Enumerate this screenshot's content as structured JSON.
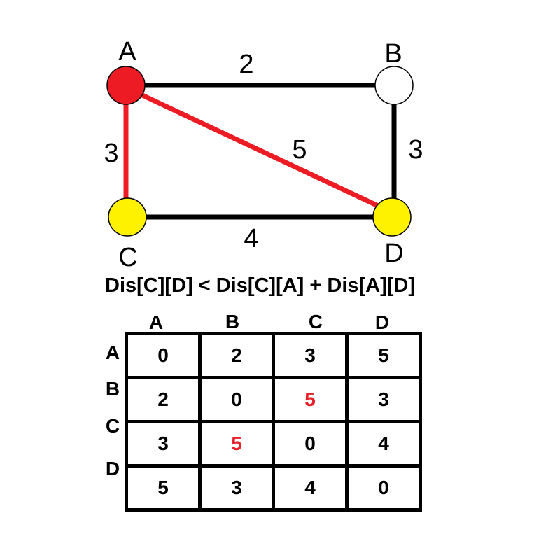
{
  "graph": {
    "nodes": [
      {
        "id": "A",
        "label": "A",
        "color": "#ed1c24"
      },
      {
        "id": "B",
        "label": "B",
        "color": "#ffffff"
      },
      {
        "id": "C",
        "label": "C",
        "color": "#fff200"
      },
      {
        "id": "D",
        "label": "D",
        "color": "#fff200"
      }
    ],
    "edges": [
      {
        "from": "A",
        "to": "B",
        "weight": "2",
        "color": "#000000"
      },
      {
        "from": "B",
        "to": "D",
        "weight": "3",
        "color": "#000000"
      },
      {
        "from": "C",
        "to": "D",
        "weight": "4",
        "color": "#000000"
      },
      {
        "from": "A",
        "to": "C",
        "weight": "3",
        "color": "#ed1c24"
      },
      {
        "from": "A",
        "to": "D",
        "weight": "5",
        "color": "#ed1c24"
      }
    ]
  },
  "formula": "Dis[C][D] < Dis[C][A] + Dis[A][D]",
  "matrix": {
    "col_headers": [
      "A",
      "B",
      "C",
      "D"
    ],
    "row_headers": [
      "A",
      "B",
      "C",
      "D"
    ],
    "rows": [
      [
        "0",
        "2",
        "3",
        "5"
      ],
      [
        "2",
        "0",
        "5",
        "3"
      ],
      [
        "3",
        "5",
        "0",
        "4"
      ],
      [
        "5",
        "3",
        "4",
        "0"
      ]
    ],
    "highlight_color": "#e8202a"
  }
}
